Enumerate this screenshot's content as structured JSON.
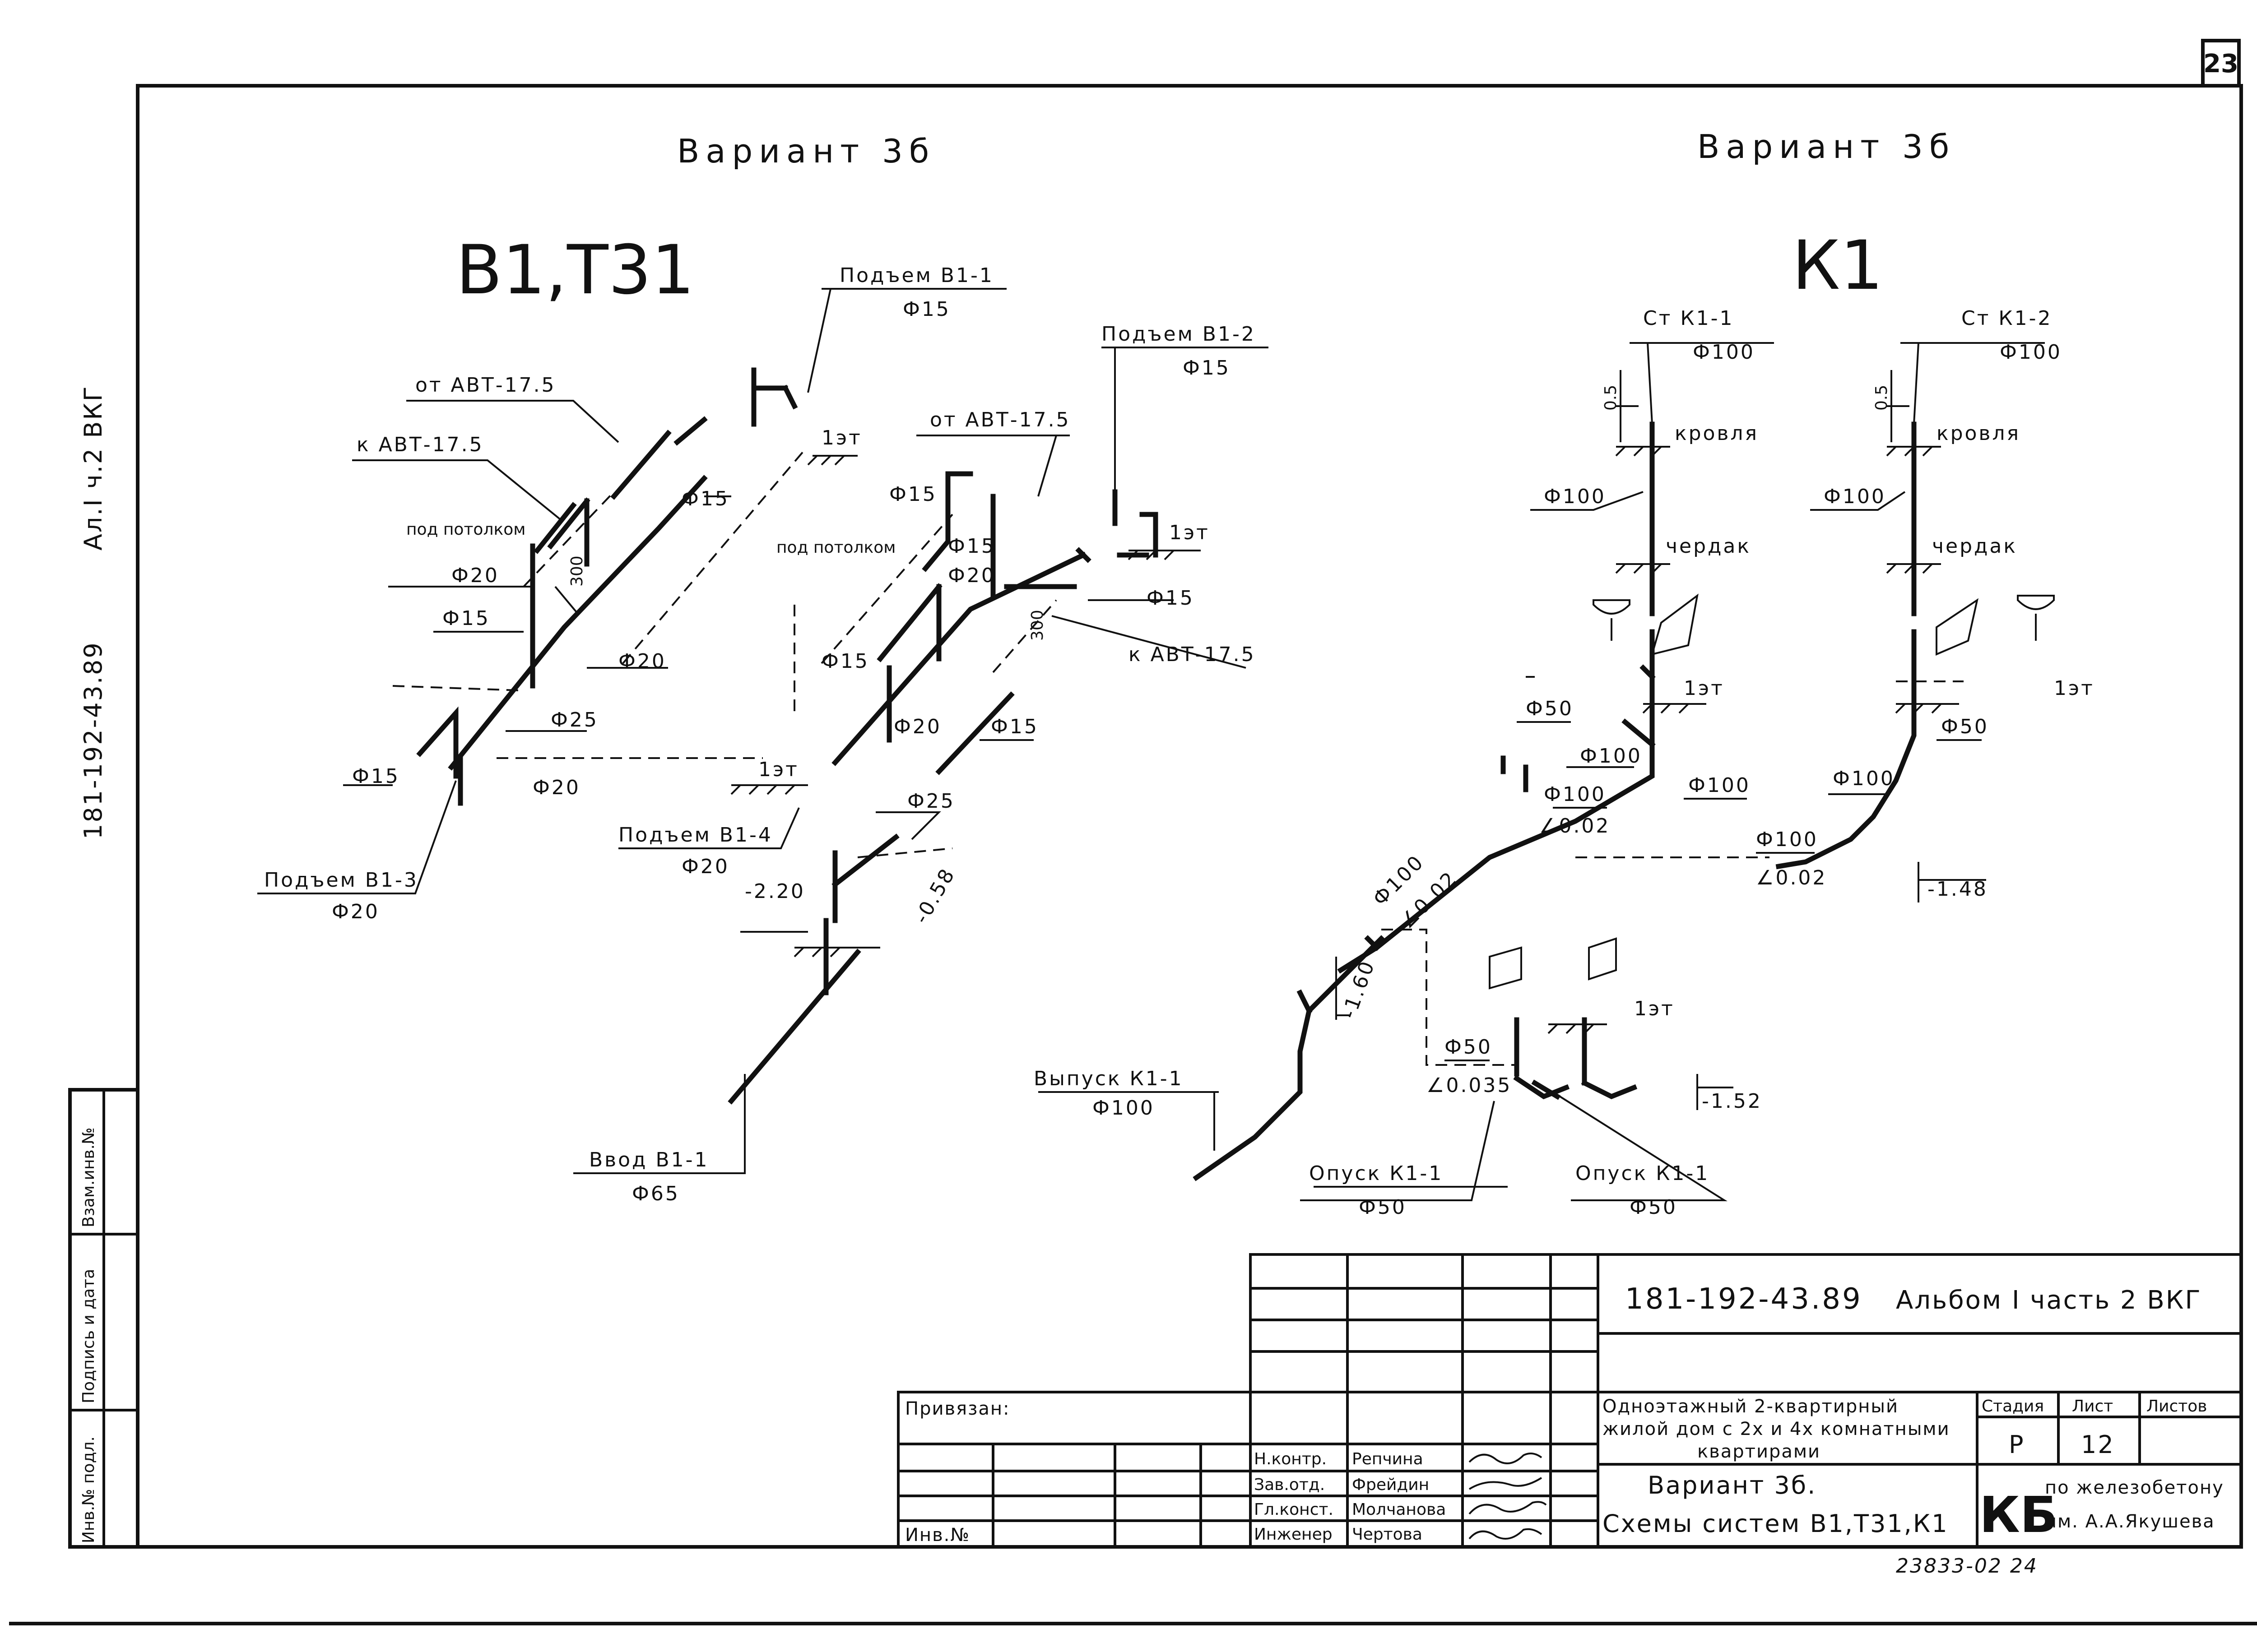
{
  "sheet_number": "23",
  "side_code": "181-192-43.89",
  "side_album": "Ал.I ч.2 ВКГ",
  "left_stamp": {
    "col1": "Инв.№ подл.",
    "col2": "Подпись и дата",
    "col3": "Взам.инв.№"
  },
  "left_part": {
    "variant": "Вариант 3б",
    "systems": "В1,Т31",
    "labels": {
      "podem_b1_1": "Подъем В1-1",
      "podem_b1_1_d": "Ф15",
      "podem_b1_2": "Подъем В1-2",
      "podem_b1_2_d": "Ф15",
      "podem_b1_3": "Подъем В1-3",
      "podem_b1_3_d": "Ф20",
      "podem_b1_4": "Подъем В1-4",
      "podem_b1_4_d": "Ф20",
      "vvod": "Ввод В1-1",
      "vvod_d": "Ф65",
      "ot_avt_1": "от АВТ-17.5",
      "k_avt_1": "к АВТ-17.5",
      "ot_avt_2": "от АВТ-17.5",
      "k_avt_2": "к АВТ-17.5",
      "pod_potolkom_1": "под потолком",
      "pod_potolkom_2": "под потолком",
      "d15_a": "Ф15",
      "d15_b": "Ф15",
      "d15_c": "Ф15",
      "d15_d": "Ф15",
      "d15_e": "Ф15",
      "d15_f": "Ф15",
      "d15_g": "Ф15",
      "d20_a": "Ф20",
      "d20_b": "Ф20",
      "d20_c": "Ф20",
      "d20_d": "Ф20",
      "d20_e": "Ф20",
      "d25_a": "Ф25",
      "d25_b": "Ф25",
      "floor_1": "1эт",
      "floor_2": "1эт",
      "floor_3": "1эт",
      "mark_220": "-2.20",
      "mark_058": "-0.58",
      "dim_300_a": "300",
      "dim_300_b": "300"
    }
  },
  "right_part": {
    "variant": "Вариант 3б",
    "systems": "К1",
    "labels": {
      "st_k1_1": "Ст К1-1",
      "st_k1_1_d": "Ф100",
      "st_k1_2": "Ст К1-2",
      "st_k1_2_d": "Ф100",
      "krovlya_1": "кровля",
      "krovlya_2": "кровля",
      "cherdak_1": "чердак",
      "cherdak_2": "чердак",
      "dim_05_a": "0.5",
      "dim_05_b": "0.5",
      "d100_a": "Ф100",
      "d100_b": "Ф100",
      "d100_c": "Ф100",
      "d100_d": "Ф100",
      "d100_e": "Ф100",
      "d100_f": "Ф100",
      "d100_g": "Ф100",
      "d100_h": "Ф100",
      "d50_a": "Ф50",
      "d50_b": "Ф50",
      "d50_c": "Ф50",
      "slope_a": "∠0.02",
      "slope_b": "∠0.02",
      "slope_c": "∠0.02",
      "slope_d": "∠0.035",
      "floor_1": "1эт",
      "floor_2": "1эт",
      "floor_3": "1эт",
      "mark_148": "-1.48",
      "mark_160": "-1.60",
      "mark_152": "-1.52",
      "vypusk": "Выпуск К1-1",
      "vypusk_d": "Ф100",
      "opusk_1": "Опуск К1-1",
      "opusk_1_d": "Ф50",
      "opusk_2": "Опуск К1-1",
      "opusk_2_d": "Ф50"
    }
  },
  "title_block": {
    "code": "181-192-43.89",
    "album": "Альбом I часть 2 ВКГ",
    "privyazan": "Привязан:",
    "inv_no": "Инв.№",
    "roles": [
      "Н.контр.",
      "Зав.отд.",
      "Гл.конст.",
      "Инженер"
    ],
    "names": [
      "Репчина",
      "Фрейдин",
      "Молчанова",
      "Чертова"
    ],
    "object_line1": "Одноэтажный 2-квартирный",
    "object_line2": "жилой дом с 2х и 4х комнатными",
    "object_line3": "квартирами",
    "drawing_line1": "Вариант 3б.",
    "drawing_line2": "Схемы систем В1,Т31,К1",
    "stage_hdr": "Стадия",
    "sheet_hdr": "Лист",
    "sheets_hdr": "Листов",
    "stage": "Р",
    "sheet": "12",
    "sheets": "",
    "org_logo": "КБ",
    "org_line1": "по железобетону",
    "org_line2": "им. А.А.Якушева"
  },
  "stamp_number": "23833-02 24"
}
